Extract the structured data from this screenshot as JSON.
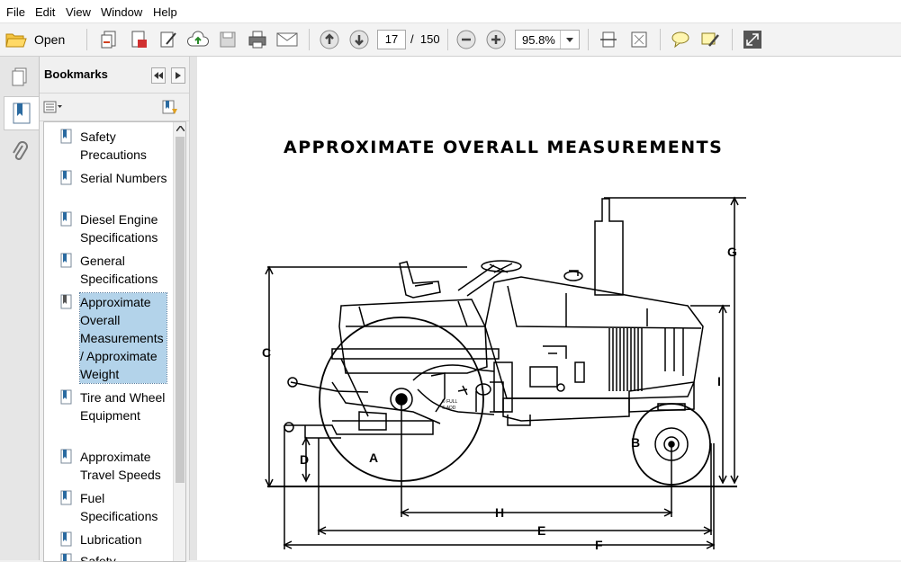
{
  "menu": {
    "items": [
      "File",
      "Edit",
      "View",
      "Window",
      "Help"
    ]
  },
  "toolbar": {
    "open_label": "Open",
    "page_current": "17",
    "page_separator": "/",
    "page_total": "150",
    "zoom_value": "95.8%"
  },
  "bookmarks": {
    "title": "Bookmarks",
    "items": [
      {
        "label": "Safety Precautions"
      },
      {
        "label": "Serial Numbers"
      },
      {
        "label": "Diesel Engine Specifications"
      },
      {
        "label": "General Specifications"
      },
      {
        "label": "Approximate Overall Measurements / Approximate Weight",
        "selected": true
      },
      {
        "label": "Tire and Wheel Equipment"
      },
      {
        "label": "Approximate Travel Speeds"
      },
      {
        "label": "Fuel Specifications"
      },
      {
        "label": "Lubrication"
      },
      {
        "label": "Safety"
      }
    ]
  },
  "document": {
    "title": "APPROXIMATE OVERALL MEASUREMENTS",
    "dimensions": [
      "A",
      "B",
      "C",
      "D",
      "E",
      "F",
      "G",
      "H",
      "I"
    ]
  },
  "colors": {
    "selection": "#b3d3ea",
    "toolbar_bg": "#f3f3f3",
    "panel_bg": "#f0f0f0"
  }
}
